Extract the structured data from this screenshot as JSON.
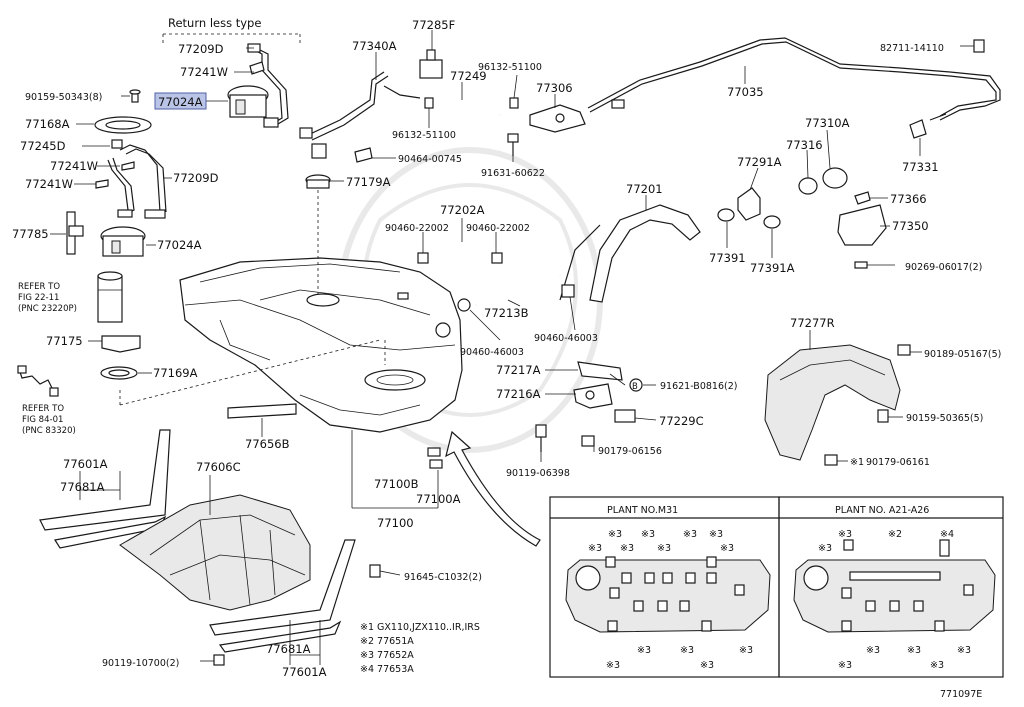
{
  "title": "Return less type",
  "diagram_code": "771097E",
  "highlighted_part": "77024A",
  "parts": {
    "p77209D_top": "77209D",
    "p77241W_top": "77241W",
    "p90159_50343": "90159-50343(8)",
    "p77024A_top": "77024A",
    "p77168A": "77168A",
    "p77245D": "77245D",
    "p77241W_mid": "77241W",
    "p77241W_low": "77241W",
    "p77209D_right": "77209D",
    "p77785": "77785",
    "p77024A_low": "77024A",
    "p77175": "77175",
    "p77169A": "77169A",
    "p77340A": "77340A",
    "p77285F": "77285F",
    "p77249": "77249",
    "p96132_top": "96132-51100",
    "p96132_low": "96132-51100",
    "p77306": "77306",
    "p90464_00745": "90464-00745",
    "p91631_60622": "91631-60622",
    "p77179A": "77179A",
    "p77035": "77035",
    "p82711_14110": "82711-14110",
    "p77331": "77331",
    "p77310A": "77310A",
    "p77316": "77316",
    "p77291A": "77291A",
    "p77201": "77201",
    "p77366": "77366",
    "p77350": "77350",
    "p77391": "77391",
    "p77391A": "77391A",
    "p90269_06017": "90269-06017(2)",
    "p77202A": "77202A",
    "p90460_22002_a": "90460-22002",
    "p90460_22002_b": "90460-22002",
    "p77213B": "77213B",
    "p90460_46003_a": "90460-46003",
    "p90460_46003_b": "90460-46003",
    "p77277R": "77277R",
    "p90189_05167": "90189-05167(5)",
    "p77217A": "77217A",
    "p91621_B0816": "91621-B0816(2)",
    "p77216A": "77216A",
    "p77229C": "77229C",
    "p90159_50365": "90159-50365(5)",
    "p90119_06398": "90119-06398",
    "p90179_06156": "90179-06156",
    "p90179_06161": "90179-06161",
    "p77656B": "77656B",
    "p77100B": "77100B",
    "p77100A": "77100A",
    "p77100": "77100",
    "p77601A_top": "77601A",
    "p77681A_top": "77681A",
    "p77606C": "77606C",
    "p91645_C1032": "91645-C1032(2)",
    "p90119_10700": "90119-10700(2)",
    "p77681A_low": "77681A",
    "p77601A_low": "77601A"
  },
  "refs": {
    "ref1_line1": "REFER TO",
    "ref1_line2": "FIG 22-11",
    "ref1_line3": "(PNC 23220P)",
    "ref2_line1": "REFER TO",
    "ref2_line2": "FIG 84-01",
    "ref2_line3": "(PNC 83320)"
  },
  "marks": {
    "b_circle": "B",
    "note1_mark": "※1"
  },
  "notes": [
    "※1 GX110,JZX110..IR,IRS",
    "※2 77651A",
    "※3 77652A",
    "※4 77653A"
  ],
  "plant_boxes": {
    "left_title": "PLANT NO.M31",
    "right_title": "PLANT NO. A21-A26",
    "mark3": "※3",
    "mark2": "※2",
    "mark4": "※4"
  }
}
